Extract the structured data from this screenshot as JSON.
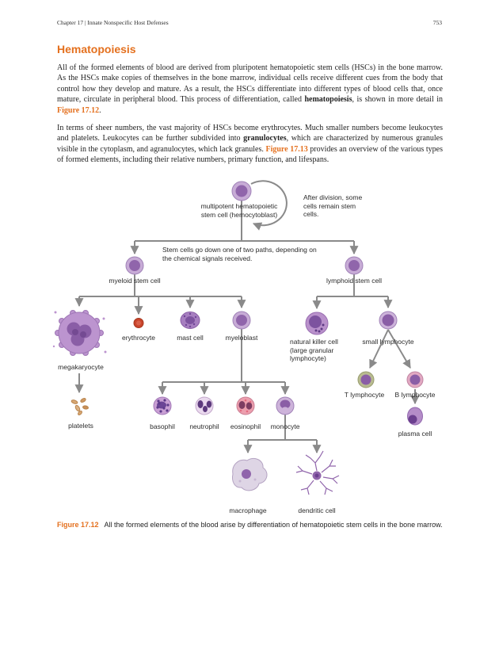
{
  "header": {
    "chapter": "Chapter 17 | Innate Nonspecific Host Defenses",
    "page_number": "753"
  },
  "section": {
    "heading": "Hematopoiesis"
  },
  "para1": {
    "t1": "All of the formed elements of blood are derived from pluripotent hematopoietic stem cells (HSCs) in the bone marrow. As the HSCs make copies of themselves in the bone marrow, individual cells receive different cues from the body that control how they develop and mature. As a result, the HSCs differentiate into different types of blood cells that, once mature, circulate in peripheral blood. This process of differentiation, called ",
    "bold1": "hematopoiesis",
    "t2": ", is shown in more detail in ",
    "link1": "Figure 17.12",
    "t3": "."
  },
  "para2": {
    "t1": "In terms of sheer numbers, the vast majority of HSCs become erythrocytes. Much smaller numbers become leukocytes and platelets. Leukocytes can be further subdivided into ",
    "bold1": "granulocytes",
    "t2": ", which are characterized by numerous granules visible in the cytoplasm, and agranulocytes, which lack granules. ",
    "link1": "Figure 17.13",
    "t3": " provides an overview of the various types of formed elements, including their relative numbers, primary function, and lifespans."
  },
  "diagram": {
    "hemocytoblast_label": "multipotent hematopoietic stem cell (hemocytoblast)",
    "after_division_note": "After division, some cells remain stem cells.",
    "paths_note": "Stem cells go down one of two paths, depending on the chemical signals received.",
    "myeloid_label": "myeloid stem cell",
    "lymphoid_label": "lymphoid stem cell",
    "megakaryocyte": "megakaryocyte",
    "erythrocyte": "erythrocyte",
    "mast_cell": "mast cell",
    "myeloblast": "myeloblast",
    "nk_cell": "natural killer cell (large granular lymphocyte)",
    "small_lymphocyte": "small lymphocyte",
    "platelets": "platelets",
    "basophil": "basophil",
    "neutrophil": "neutrophil",
    "eosinophil": "eosinophil",
    "monocyte": "monocyte",
    "t_lymphocyte": "T lymphocyte",
    "b_lymphocyte": "B lymphocyte",
    "plasma_cell": "plasma cell",
    "macrophage": "macrophage",
    "dendritic_cell": "dendritic cell"
  },
  "caption": {
    "label": "Figure 17.12",
    "text": "All the formed elements of the blood arise by differentiation of hematopoietic stem cells in the bone marrow."
  },
  "colors": {
    "accent_orange": "#e4701e",
    "line_gray": "#8a8a8a",
    "cell_purple": "#9065ab"
  }
}
